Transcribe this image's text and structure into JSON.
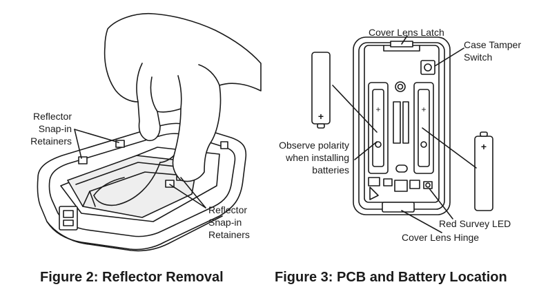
{
  "figure2": {
    "caption": "Figure 2: Reflector Removal",
    "label_left": [
      "Reflector",
      "Snap-in",
      "Retainers"
    ],
    "label_right": [
      "Reflector",
      "Snap-in",
      "Retainers"
    ]
  },
  "figure3": {
    "caption": "Figure 3: PCB and Battery Location",
    "cover_lens_latch": "Cover Lens Latch",
    "case_tamper_switch": [
      "Case Tamper",
      "Switch"
    ],
    "observe_polarity": [
      "Observe polarity",
      "when installing",
      "batteries"
    ],
    "red_survey_led": "Red Survey LED",
    "cover_lens_hinge": "Cover Lens Hinge"
  }
}
